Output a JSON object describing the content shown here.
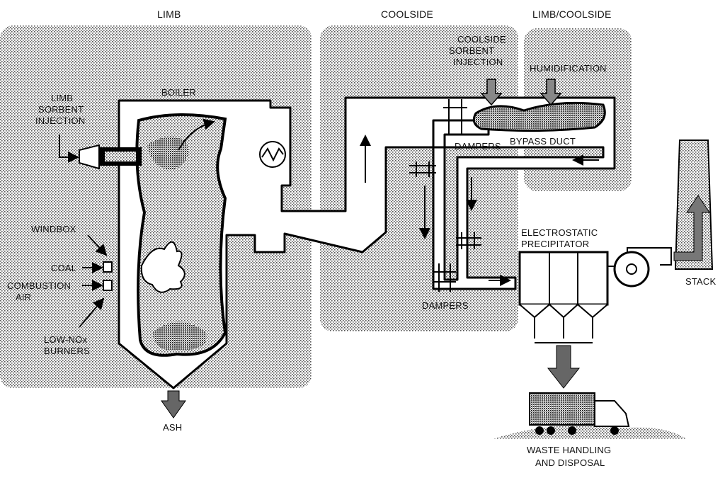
{
  "regions": {
    "limb": "LIMB",
    "coolside": "COOLSIDE",
    "limb_coolside": "LIMB/COOLSIDE"
  },
  "labels": {
    "boiler": "BOILER",
    "limb_sorbent": [
      "LIMB",
      "SORBENT",
      "INJECTION"
    ],
    "windbox": "WINDBOX",
    "coal": "COAL",
    "combustion_air": [
      "COMBUSTION",
      "AIR"
    ],
    "low_nox": [
      "LOW-NOx",
      "BURNERS"
    ],
    "ash": "ASH",
    "coolside_sorbent": [
      "COOLSIDE",
      "SORBENT",
      "INJECTION"
    ],
    "humidification": "HUMIDIFICATION",
    "dampers_top": "DAMPERS",
    "bypass_duct": "BYPASS DUCT",
    "dampers_bottom": "DAMPERS",
    "esp": [
      "ELECTROSTATIC",
      "PRECIPITATOR"
    ],
    "stack": "STACK",
    "waste": [
      "WASTE HANDLING",
      "AND DISPOSAL"
    ]
  },
  "colors": {
    "shade": "#c8c8c8",
    "line": "#000000",
    "paper": "#ffffff"
  }
}
